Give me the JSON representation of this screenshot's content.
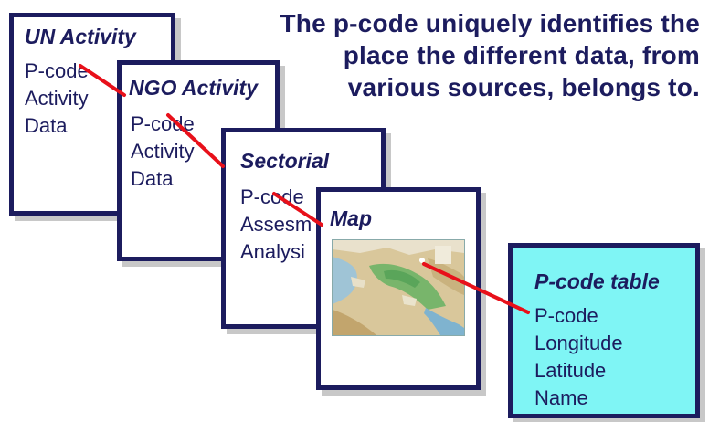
{
  "headline": {
    "line1": "The p-code uniquely identifies the",
    "line2": "place the different data, from",
    "line3": "various sources, belongs to."
  },
  "cards": {
    "un": {
      "title": "UN Activity",
      "fields": [
        "P-code",
        "Activity",
        "Data"
      ]
    },
    "ngo": {
      "title": "NGO Activity",
      "fields": [
        "P-code",
        "Activity",
        "Data"
      ]
    },
    "sectorial": {
      "title": "Sectorial",
      "fields": [
        "P-code",
        "Assesm",
        "Analysi"
      ]
    },
    "map": {
      "title": "Map"
    },
    "ptable": {
      "title": "P-code table",
      "fields": [
        "P-code",
        "Longitude",
        "Latitude",
        "Name"
      ]
    }
  },
  "colors": {
    "text": "#1c1c5e",
    "connector": "#e8101a",
    "ptable_bg": "#7ff5f5"
  }
}
